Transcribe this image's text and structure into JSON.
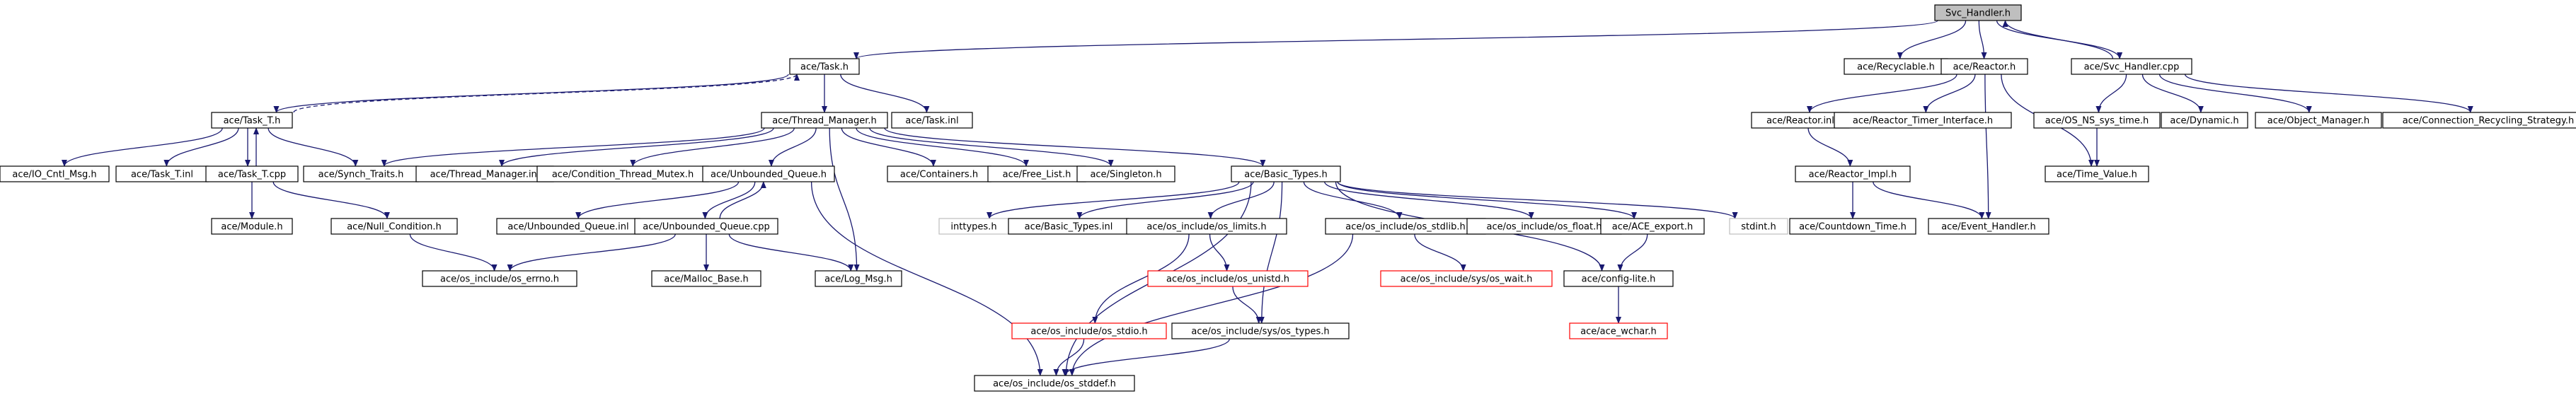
{
  "diagram": {
    "title": "",
    "colors": {
      "root_fill": "#bfbfbf",
      "node_border": "#000000",
      "missing_border": "#ff0000",
      "plain_border": "#bfbfbf",
      "edge": "#191970"
    },
    "nodes": [
      {
        "id": "svc_handler_h",
        "label": "Svc_Handler.h",
        "kind": "root"
      },
      {
        "id": "task_h",
        "label": "ace/Task.h",
        "kind": "normal"
      },
      {
        "id": "recyclable_h",
        "label": "ace/Recyclable.h",
        "kind": "normal"
      },
      {
        "id": "reactor_h",
        "label": "ace/Reactor.h",
        "kind": "normal"
      },
      {
        "id": "svc_handler_cpp",
        "label": "ace/Svc_Handler.cpp",
        "kind": "normal"
      },
      {
        "id": "task_t_h",
        "label": "ace/Task_T.h",
        "kind": "normal"
      },
      {
        "id": "thread_manager_h",
        "label": "ace/Thread_Manager.h",
        "kind": "normal"
      },
      {
        "id": "task_inl",
        "label": "ace/Task.inl",
        "kind": "normal"
      },
      {
        "id": "reactor_inl",
        "label": "ace/Reactor.inl",
        "kind": "normal"
      },
      {
        "id": "reactor_timer_interface_h",
        "label": "ace/Reactor_Timer_Interface.h",
        "kind": "normal"
      },
      {
        "id": "os_ns_sys_time_h",
        "label": "ace/OS_NS_sys_time.h",
        "kind": "normal"
      },
      {
        "id": "dynamic_h",
        "label": "ace/Dynamic.h",
        "kind": "normal"
      },
      {
        "id": "object_manager_h",
        "label": "ace/Object_Manager.h",
        "kind": "normal"
      },
      {
        "id": "connection_recycling_strategy_h",
        "label": "ace/Connection_Recycling_Strategy.h",
        "kind": "normal"
      },
      {
        "id": "io_cntl_msg_h",
        "label": "ace/IO_Cntl_Msg.h",
        "kind": "normal"
      },
      {
        "id": "task_t_inl",
        "label": "ace/Task_T.inl",
        "kind": "normal"
      },
      {
        "id": "task_t_cpp",
        "label": "ace/Task_T.cpp",
        "kind": "normal"
      },
      {
        "id": "synch_traits_h",
        "label": "ace/Synch_Traits.h",
        "kind": "normal"
      },
      {
        "id": "thread_manager_inl",
        "label": "ace/Thread_Manager.inl",
        "kind": "normal"
      },
      {
        "id": "condition_thread_mutex_h",
        "label": "ace/Condition_Thread_Mutex.h",
        "kind": "normal"
      },
      {
        "id": "unbounded_queue_h",
        "label": "ace/Unbounded_Queue.h",
        "kind": "normal"
      },
      {
        "id": "containers_h",
        "label": "ace/Containers.h",
        "kind": "normal"
      },
      {
        "id": "free_list_h",
        "label": "ace/Free_List.h",
        "kind": "normal"
      },
      {
        "id": "singleton_h",
        "label": "ace/Singleton.h",
        "kind": "normal"
      },
      {
        "id": "basic_types_h",
        "label": "ace/Basic_Types.h",
        "kind": "normal"
      },
      {
        "id": "reactor_impl_h",
        "label": "ace/Reactor_Impl.h",
        "kind": "normal"
      },
      {
        "id": "time_value_h",
        "label": "ace/Time_Value.h",
        "kind": "normal"
      },
      {
        "id": "module_h",
        "label": "ace/Module.h",
        "kind": "normal"
      },
      {
        "id": "null_condition_h",
        "label": "ace/Null_Condition.h",
        "kind": "normal"
      },
      {
        "id": "unbounded_queue_inl",
        "label": "ace/Unbounded_Queue.inl",
        "kind": "normal"
      },
      {
        "id": "unbounded_queue_cpp",
        "label": "ace/Unbounded_Queue.cpp",
        "kind": "normal"
      },
      {
        "id": "inttypes_h",
        "label": "inttypes.h",
        "kind": "plain"
      },
      {
        "id": "basic_types_inl",
        "label": "ace/Basic_Types.inl",
        "kind": "normal"
      },
      {
        "id": "os_limits_h",
        "label": "ace/os_include/os_limits.h",
        "kind": "normal"
      },
      {
        "id": "os_stdlib_h",
        "label": "ace/os_include/os_stdlib.h",
        "kind": "normal"
      },
      {
        "id": "os_float_h",
        "label": "ace/os_include/os_float.h",
        "kind": "normal"
      },
      {
        "id": "ace_export_h",
        "label": "ace/ACE_export.h",
        "kind": "normal"
      },
      {
        "id": "stdint_h",
        "label": "stdint.h",
        "kind": "plain"
      },
      {
        "id": "countdown_time_h",
        "label": "ace/Countdown_Time.h",
        "kind": "normal"
      },
      {
        "id": "event_handler_h",
        "label": "ace/Event_Handler.h",
        "kind": "normal"
      },
      {
        "id": "os_errno_h",
        "label": "ace/os_include/os_errno.h",
        "kind": "normal"
      },
      {
        "id": "malloc_base_h",
        "label": "ace/Malloc_Base.h",
        "kind": "normal"
      },
      {
        "id": "log_msg_h",
        "label": "ace/Log_Msg.h",
        "kind": "normal"
      },
      {
        "id": "os_unistd_h",
        "label": "ace/os_include/os_unistd.h",
        "kind": "missing"
      },
      {
        "id": "os_wait_h",
        "label": "ace/os_include/sys/os_wait.h",
        "kind": "missing"
      },
      {
        "id": "config_lite_h",
        "label": "ace/config-lite.h",
        "kind": "normal"
      },
      {
        "id": "os_stdio_h",
        "label": "ace/os_include/os_stdio.h",
        "kind": "missing"
      },
      {
        "id": "os_types_h",
        "label": "ace/os_include/sys/os_types.h",
        "kind": "normal"
      },
      {
        "id": "ace_wchar_h",
        "label": "ace/ace_wchar.h",
        "kind": "missing"
      },
      {
        "id": "os_stddef_h",
        "label": "ace/os_include/os_stddef.h",
        "kind": "normal"
      }
    ],
    "edges": [
      {
        "from": "svc_handler_h",
        "to": "task_h"
      },
      {
        "from": "svc_handler_h",
        "to": "recyclable_h"
      },
      {
        "from": "svc_handler_h",
        "to": "reactor_h"
      },
      {
        "from": "svc_handler_h",
        "to": "svc_handler_cpp"
      },
      {
        "from": "svc_handler_cpp",
        "to": "svc_handler_h"
      },
      {
        "from": "svc_handler_cpp",
        "to": "os_ns_sys_time_h"
      },
      {
        "from": "svc_handler_cpp",
        "to": "dynamic_h"
      },
      {
        "from": "svc_handler_cpp",
        "to": "object_manager_h"
      },
      {
        "from": "svc_handler_cpp",
        "to": "connection_recycling_strategy_h"
      },
      {
        "from": "task_h",
        "to": "task_t_h"
      },
      {
        "from": "task_t_h",
        "to": "task_h",
        "style": "dashed"
      },
      {
        "from": "task_h",
        "to": "thread_manager_h"
      },
      {
        "from": "task_h",
        "to": "task_inl"
      },
      {
        "from": "reactor_h",
        "to": "reactor_inl"
      },
      {
        "from": "reactor_h",
        "to": "reactor_timer_interface_h"
      },
      {
        "from": "reactor_h",
        "to": "time_value_h"
      },
      {
        "from": "reactor_h",
        "to": "event_handler_h"
      },
      {
        "from": "os_ns_sys_time_h",
        "to": "time_value_h"
      },
      {
        "from": "task_t_h",
        "to": "io_cntl_msg_h"
      },
      {
        "from": "task_t_h",
        "to": "task_t_inl"
      },
      {
        "from": "task_t_h",
        "to": "task_t_cpp"
      },
      {
        "from": "task_t_cpp",
        "to": "task_t_h"
      },
      {
        "from": "task_t_h",
        "to": "synch_traits_h"
      },
      {
        "from": "task_t_cpp",
        "to": "module_h"
      },
      {
        "from": "task_t_cpp",
        "to": "null_condition_h"
      },
      {
        "from": "null_condition_h",
        "to": "os_errno_h"
      },
      {
        "from": "thread_manager_h",
        "to": "synch_traits_h"
      },
      {
        "from": "thread_manager_h",
        "to": "thread_manager_inl"
      },
      {
        "from": "thread_manager_h",
        "to": "condition_thread_mutex_h"
      },
      {
        "from": "thread_manager_h",
        "to": "unbounded_queue_h"
      },
      {
        "from": "thread_manager_h",
        "to": "containers_h"
      },
      {
        "from": "thread_manager_h",
        "to": "free_list_h"
      },
      {
        "from": "thread_manager_h",
        "to": "singleton_h"
      },
      {
        "from": "thread_manager_h",
        "to": "basic_types_h"
      },
      {
        "from": "thread_manager_h",
        "to": "log_msg_h"
      },
      {
        "from": "unbounded_queue_h",
        "to": "unbounded_queue_inl"
      },
      {
        "from": "unbounded_queue_h",
        "to": "unbounded_queue_cpp"
      },
      {
        "from": "unbounded_queue_cpp",
        "to": "unbounded_queue_h"
      },
      {
        "from": "unbounded_queue_h",
        "to": "os_stddef_h"
      },
      {
        "from": "unbounded_queue_cpp",
        "to": "os_errno_h"
      },
      {
        "from": "unbounded_queue_cpp",
        "to": "malloc_base_h"
      },
      {
        "from": "unbounded_queue_cpp",
        "to": "log_msg_h"
      },
      {
        "from": "basic_types_h",
        "to": "inttypes_h"
      },
      {
        "from": "basic_types_h",
        "to": "basic_types_inl"
      },
      {
        "from": "basic_types_h",
        "to": "os_limits_h"
      },
      {
        "from": "basic_types_h",
        "to": "os_stdlib_h"
      },
      {
        "from": "basic_types_h",
        "to": "os_float_h"
      },
      {
        "from": "basic_types_h",
        "to": "ace_export_h"
      },
      {
        "from": "basic_types_h",
        "to": "stdint_h"
      },
      {
        "from": "basic_types_h",
        "to": "config_lite_h"
      },
      {
        "from": "basic_types_h",
        "to": "os_types_h"
      },
      {
        "from": "basic_types_h",
        "to": "os_stddef_h"
      },
      {
        "from": "os_limits_h",
        "to": "os_unistd_h"
      },
      {
        "from": "os_limits_h",
        "to": "os_stdio_h"
      },
      {
        "from": "os_unistd_h",
        "to": "os_types_h"
      },
      {
        "from": "os_stdlib_h",
        "to": "os_wait_h"
      },
      {
        "from": "os_stdlib_h",
        "to": "os_stddef_h"
      },
      {
        "from": "ace_export_h",
        "to": "config_lite_h"
      },
      {
        "from": "config_lite_h",
        "to": "ace_wchar_h"
      },
      {
        "from": "os_stdio_h",
        "to": "os_stddef_h"
      },
      {
        "from": "os_types_h",
        "to": "os_stddef_h"
      },
      {
        "from": "reactor_inl",
        "to": "reactor_impl_h"
      },
      {
        "from": "reactor_impl_h",
        "to": "countdown_time_h"
      },
      {
        "from": "reactor_impl_h",
        "to": "event_handler_h"
      }
    ]
  }
}
